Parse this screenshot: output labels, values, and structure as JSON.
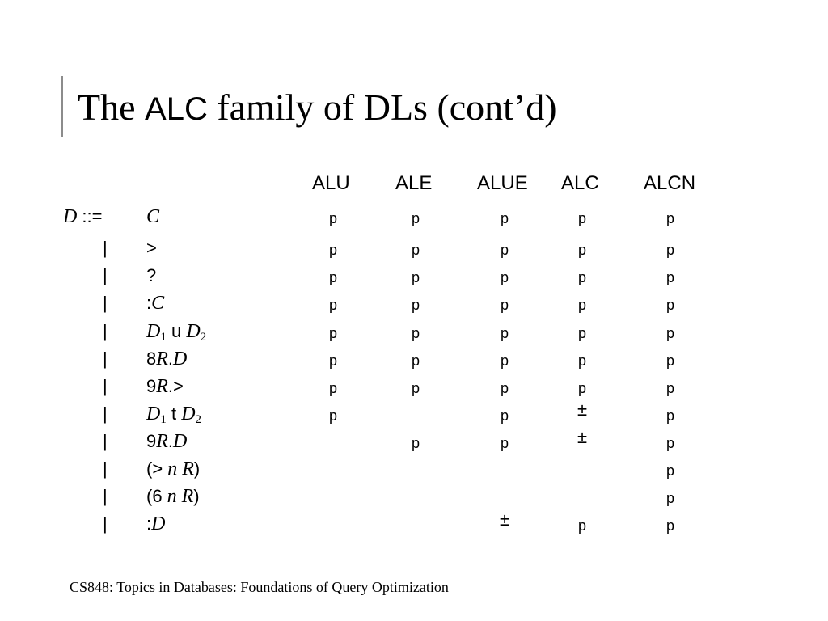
{
  "title": {
    "prefix": "The",
    "logic": "ALC",
    "suffix": "family of DLs (cont’d)"
  },
  "columns": [
    "ALU",
    "ALE",
    "ALUE",
    "ALC",
    "ALCN"
  ],
  "lhs": {
    "symbol": "D",
    "operator": "::="
  },
  "separator": "|",
  "rows": [
    {
      "parts": [
        {
          "t": "C",
          "i": true
        }
      ],
      "cells": [
        "p",
        "p",
        "p",
        "p",
        "p"
      ]
    },
    {
      "parts": [
        {
          "t": ">",
          "i": false
        }
      ],
      "cells": [
        "p",
        "p",
        "p",
        "p",
        "p"
      ]
    },
    {
      "parts": [
        {
          "t": "?",
          "i": false
        }
      ],
      "cells": [
        "p",
        "p",
        "p",
        "p",
        "p"
      ]
    },
    {
      "parts": [
        {
          "t": ":",
          "i": false
        },
        {
          "t": "C",
          "i": true
        }
      ],
      "cells": [
        "p",
        "p",
        "p",
        "p",
        "p"
      ]
    },
    {
      "parts": [
        {
          "t": "D",
          "i": true
        },
        {
          "t": "1",
          "sub": true
        },
        {
          "t": " u ",
          "i": false
        },
        {
          "t": "D",
          "i": true
        },
        {
          "t": "2",
          "sub": true
        }
      ],
      "cells": [
        "p",
        "p",
        "p",
        "p",
        "p"
      ]
    },
    {
      "parts": [
        {
          "t": "8",
          "i": false
        },
        {
          "t": "R",
          "i": true
        },
        {
          "t": ".",
          "i": false
        },
        {
          "t": "D",
          "i": true
        }
      ],
      "cells": [
        "p",
        "p",
        "p",
        "p",
        "p"
      ]
    },
    {
      "parts": [
        {
          "t": "9",
          "i": false
        },
        {
          "t": "R",
          "i": true
        },
        {
          "t": ".>",
          "i": false
        }
      ],
      "cells": [
        "p",
        "p",
        "p",
        "p",
        "p"
      ]
    },
    {
      "parts": [
        {
          "t": "D",
          "i": true
        },
        {
          "t": "1",
          "sub": true
        },
        {
          "t": " t ",
          "i": false
        },
        {
          "t": "D",
          "i": true
        },
        {
          "t": "2",
          "sub": true
        }
      ],
      "cells": [
        "p",
        "",
        "p",
        "±",
        "p"
      ]
    },
    {
      "parts": [
        {
          "t": "9",
          "i": false
        },
        {
          "t": "R",
          "i": true
        },
        {
          "t": ".",
          "i": false
        },
        {
          "t": "D",
          "i": true
        }
      ],
      "cells": [
        "",
        "p",
        "p",
        "±",
        "p"
      ]
    },
    {
      "parts": [
        {
          "t": "(",
          "i": false
        },
        {
          "t": ">",
          "i": false
        },
        {
          "t": " n R",
          "i": true
        },
        {
          "t": ")",
          "i": false
        }
      ],
      "cells": [
        "",
        "",
        "",
        "",
        "p"
      ]
    },
    {
      "parts": [
        {
          "t": "(",
          "i": false
        },
        {
          "t": "6",
          "i": false
        },
        {
          "t": " n R",
          "i": true
        },
        {
          "t": ")",
          "i": false
        }
      ],
      "cells": [
        "",
        "",
        "",
        "",
        "p"
      ]
    },
    {
      "parts": [
        {
          "t": ":",
          "i": false
        },
        {
          "t": "D",
          "i": true
        }
      ],
      "cells": [
        "",
        "",
        "±",
        "p",
        "p"
      ]
    }
  ],
  "footer": "CS848: Topics in Databases:  Foundations of Query Optimization"
}
